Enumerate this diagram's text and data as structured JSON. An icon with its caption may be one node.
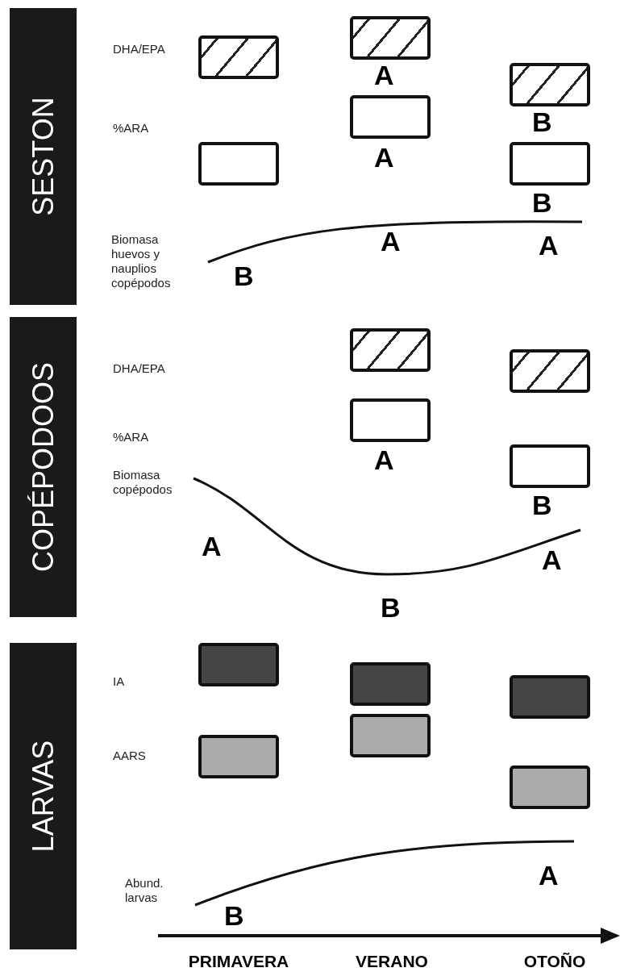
{
  "diagram": {
    "nodes": [
      {
        "text": [
          "SESTON"
        ]
      },
      {
        "text": [
          "COPÉPODOOS"
        ]
      },
      {
        "text": [
          "LARVAS"
        ]
      },
      {
        "text": [],
        "shape": "box"
      },
      {
        "text": [],
        "shape": "box",
        "beside": [
          "A"
        ]
      },
      {
        "text": [],
        "shape": "box",
        "beside": [
          "B"
        ]
      },
      {
        "text": [],
        "shape": "box"
      },
      {
        "text": [],
        "shape": "box",
        "beside": [
          "A"
        ]
      },
      {
        "text": [],
        "shape": "box",
        "beside": [
          "B"
        ]
      },
      {
        "text": [],
        "shape": "box"
      },
      {
        "text": [],
        "shape": "box"
      },
      {
        "text": [],
        "shape": "box",
        "beside": [
          "A"
        ]
      },
      {
        "text": [],
        "shape": "box",
        "beside": [
          "B"
        ]
      },
      {
        "text": [],
        "shape": "box"
      },
      {
        "text": [],
        "shape": "box"
      },
      {
        "text": [],
        "shape": "box"
      },
      {
        "text": [],
        "shape": "box"
      },
      {
        "text": [],
        "shape": "box"
      },
      {
        "text": [],
        "shape": "box"
      }
    ],
    "labels": [
      "DHA/EPA",
      "%ARA",
      "Biomasa huevos y nauplios copépodos",
      "A",
      "A",
      "B",
      "DHA/EPA",
      "%ARA",
      "Biomasa copépodos",
      "A",
      "A",
      "B",
      "IA",
      "AARS",
      "A",
      "Abund. larvas",
      "B",
      "PRIMAVERA",
      "VERANO",
      "OTOÑO"
    ]
  }
}
